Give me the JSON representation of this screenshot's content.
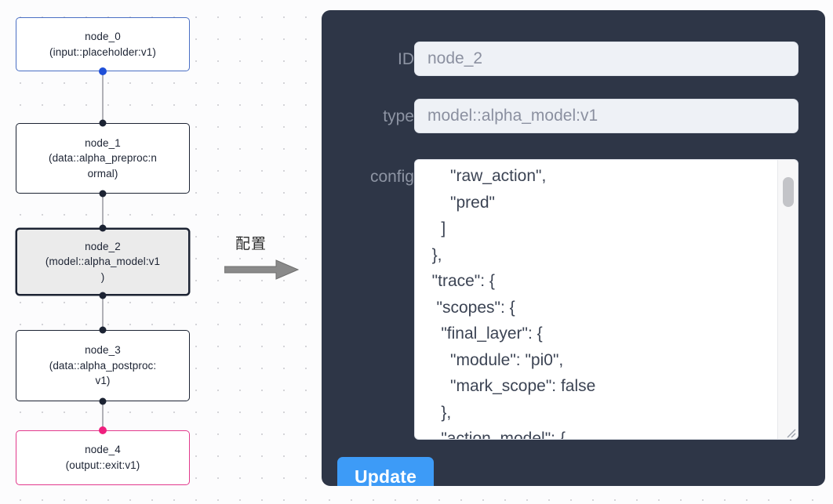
{
  "graph": {
    "nodes": [
      {
        "id": "node_0",
        "label": "node_0\n(input::placeholder:v1)",
        "kind": "input",
        "selected": false
      },
      {
        "id": "node_1",
        "label": "node_1\n(data::alpha_preproc:n\normal)",
        "kind": "default",
        "selected": false
      },
      {
        "id": "node_2",
        "label": "node_2\n(model::alpha_model:v1\n)",
        "kind": "default",
        "selected": true
      },
      {
        "id": "node_3",
        "label": "node_3\n(data::alpha_postproc:\nv1)",
        "kind": "default",
        "selected": false
      },
      {
        "id": "node_4",
        "label": "node_4\n(output::exit:v1)",
        "kind": "output",
        "selected": false
      }
    ],
    "colors": {
      "input_border": "#4a6fc4",
      "output_border": "#e2398c",
      "default_border": "#1c2333",
      "selected_fill": "#ebebeb",
      "edge": "#b1b1b7",
      "handle_blue": "#1f4fd8",
      "handle_pink": "#ef1f7e"
    }
  },
  "annotation": {
    "text": "配置",
    "arrow_color": "#8a8a8a"
  },
  "panel": {
    "background": "#2e3647",
    "fields": {
      "id": {
        "label": "ID",
        "value": "node_2"
      },
      "type": {
        "label": "type",
        "value": "model::alpha_model:v1"
      },
      "config": {
        "label": "config",
        "value": "      \"raw_action\",\n      \"pred\"\n    ]\n  },\n  \"trace\": {\n   \"scopes\": {\n    \"final_layer\": {\n      \"module\": \"pi0\",\n      \"mark_scope\": false\n    },\n    \"action_model\": {"
      }
    },
    "update_button": {
      "label": "Update",
      "color": "#3d9bf7"
    }
  }
}
